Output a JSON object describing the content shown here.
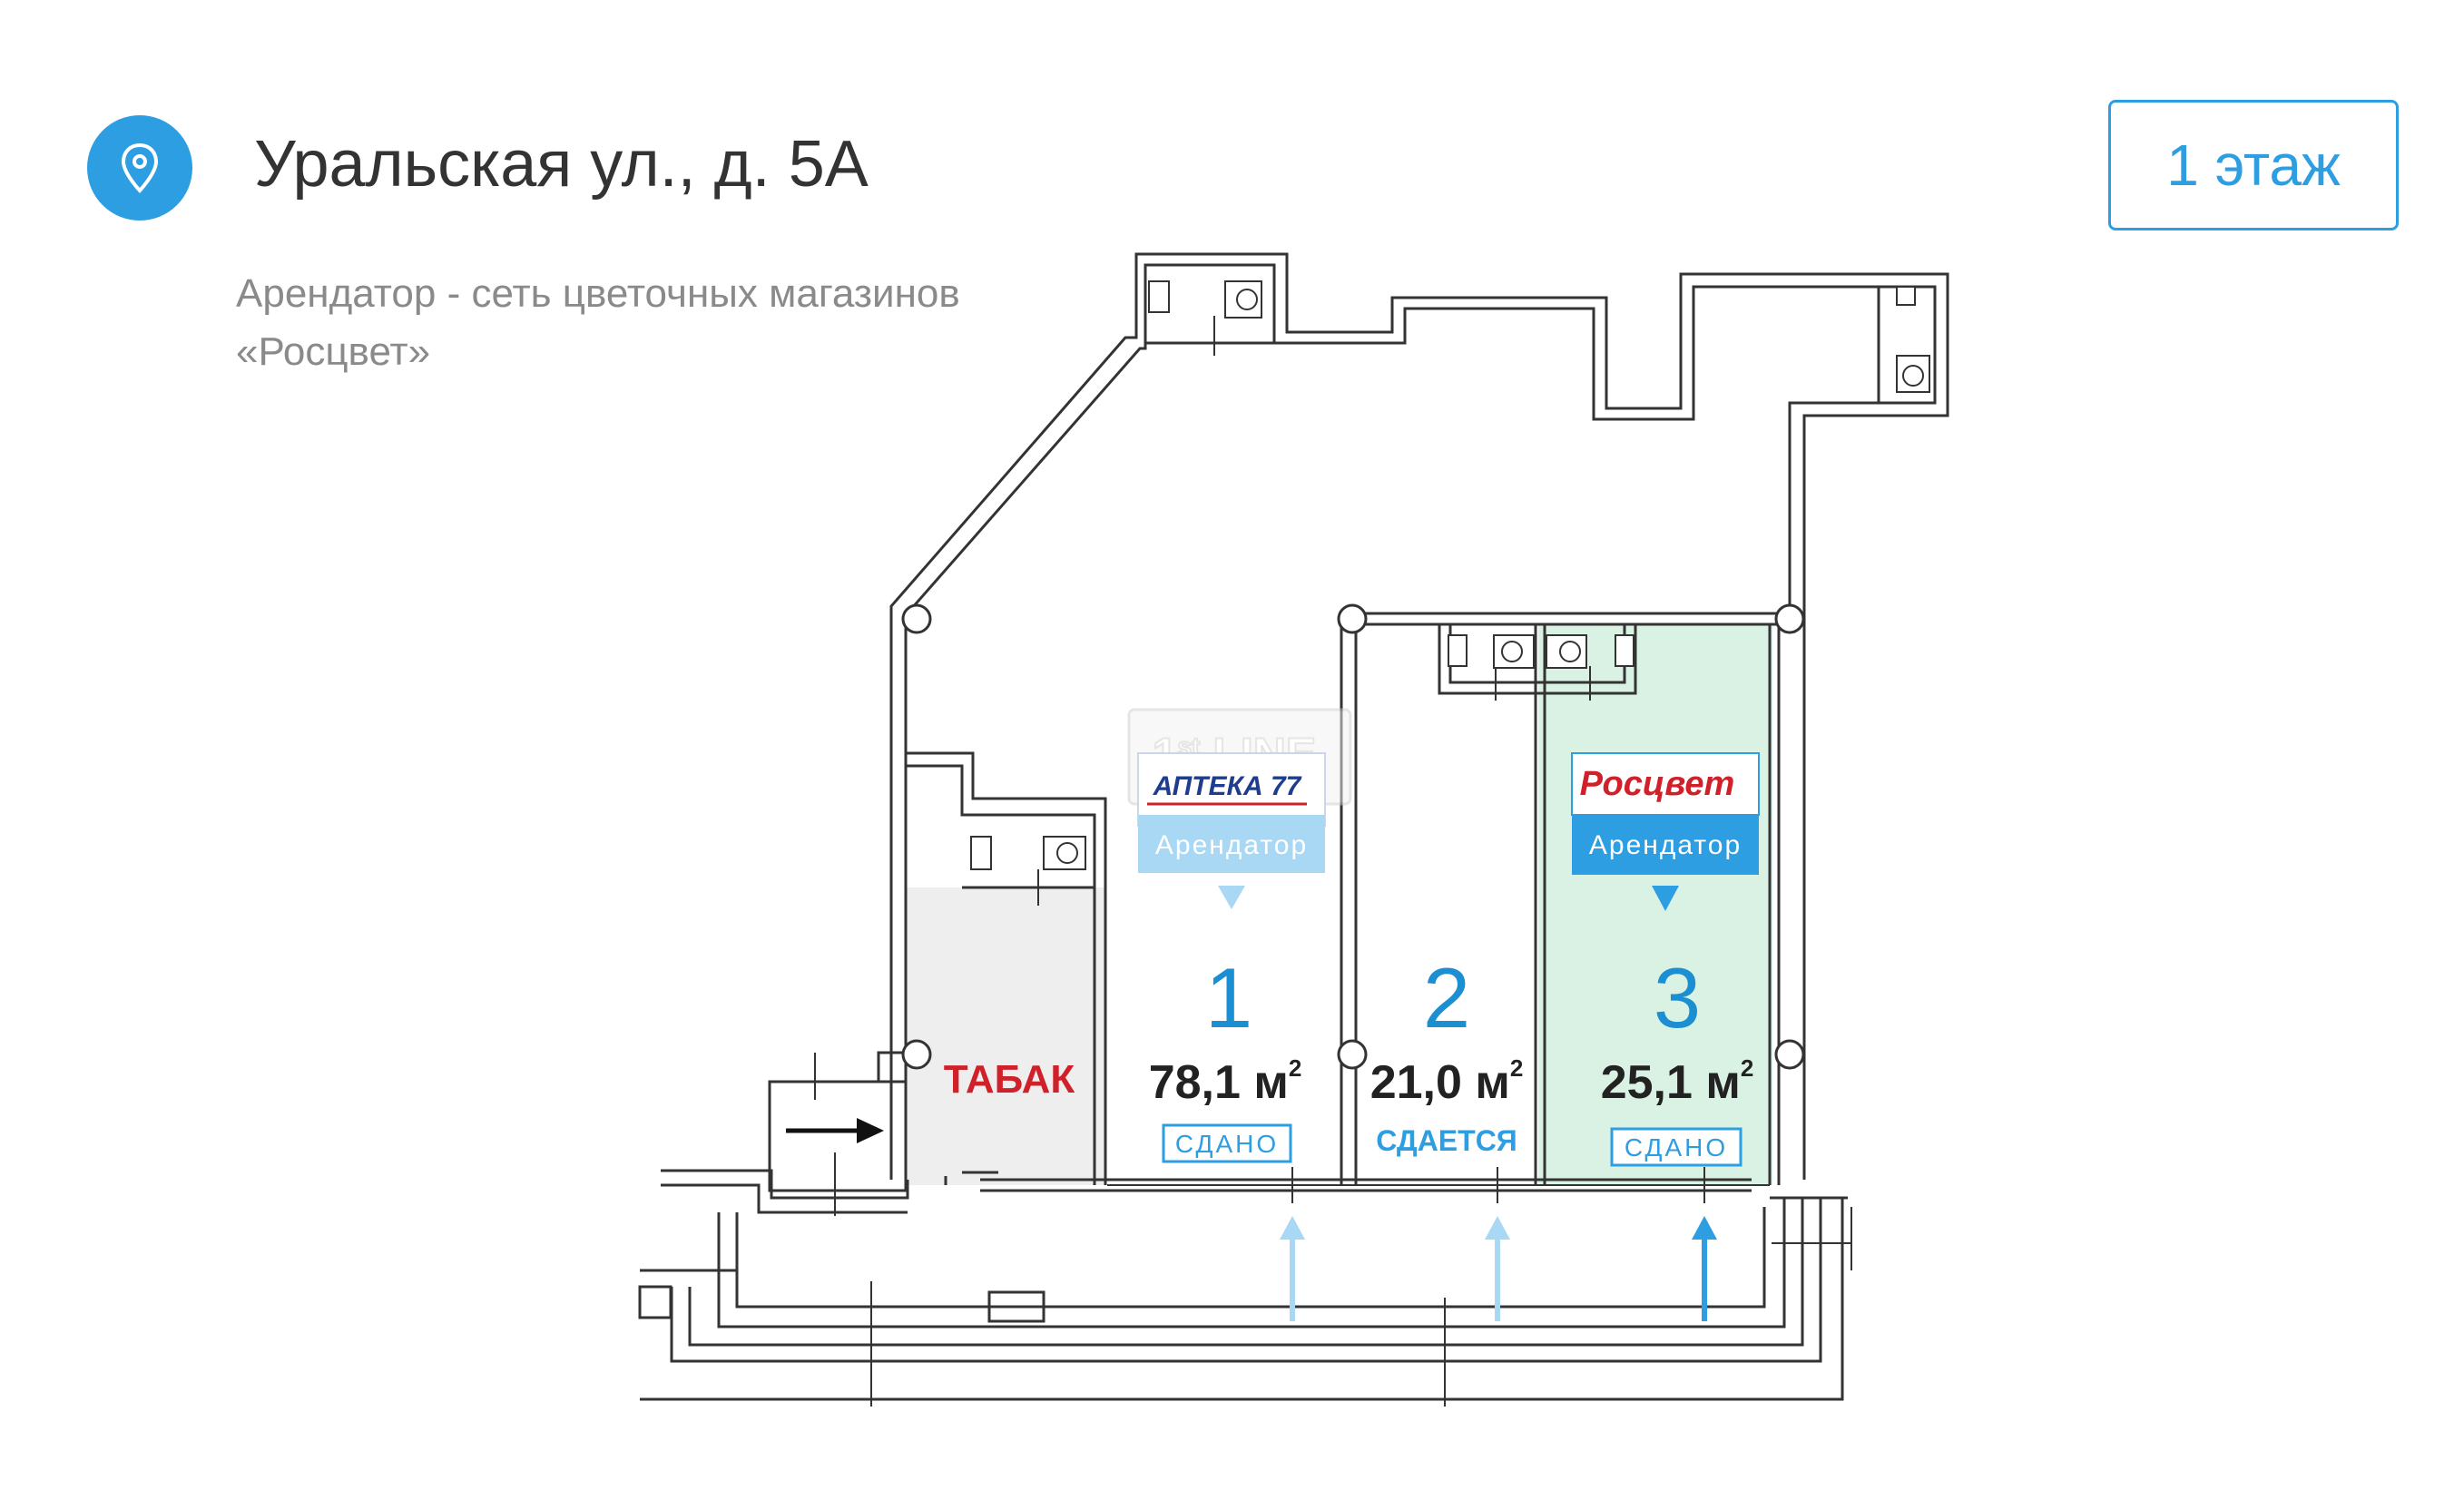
{
  "header": {
    "address": "Уральская ул., д. 5А",
    "subtitle": "Арендатор - сеть цветочных магазинов «Росцвет»",
    "floor_button": "1 этаж"
  },
  "plan": {
    "watermark": {
      "main": "1",
      "sup": "st",
      "rest": " LINE"
    },
    "side_shop": {
      "label": "ТАБАК",
      "color": "#d0212a"
    },
    "units": [
      {
        "number": "1",
        "area": "78,1 м",
        "area_sup": "2",
        "status": "СДАНО",
        "tenant_logo": "АПТЕКА 77",
        "tenant_label": "Арендатор"
      },
      {
        "number": "2",
        "area": "21,0 м",
        "area_sup": "2",
        "status": "СДАЕТСЯ"
      },
      {
        "number": "3",
        "area": "25,1 м",
        "area_sup": "2",
        "status": "СДАНО",
        "tenant_logo": "Росцвет",
        "tenant_label": "Арендатор"
      }
    ]
  },
  "colors": {
    "accent": "#2e9ee3",
    "number": "#1b8fd2",
    "highlight": "#d9f2e3",
    "tabak_fill": "#eeeeee",
    "wall": "#333333",
    "logo_red": "#d0212a",
    "logo_navy": "#1e3d8f"
  },
  "icons": {
    "pin": "location-pin-icon",
    "entrance": "arrow-up-icon",
    "side_entrance": "arrow-right-icon"
  }
}
